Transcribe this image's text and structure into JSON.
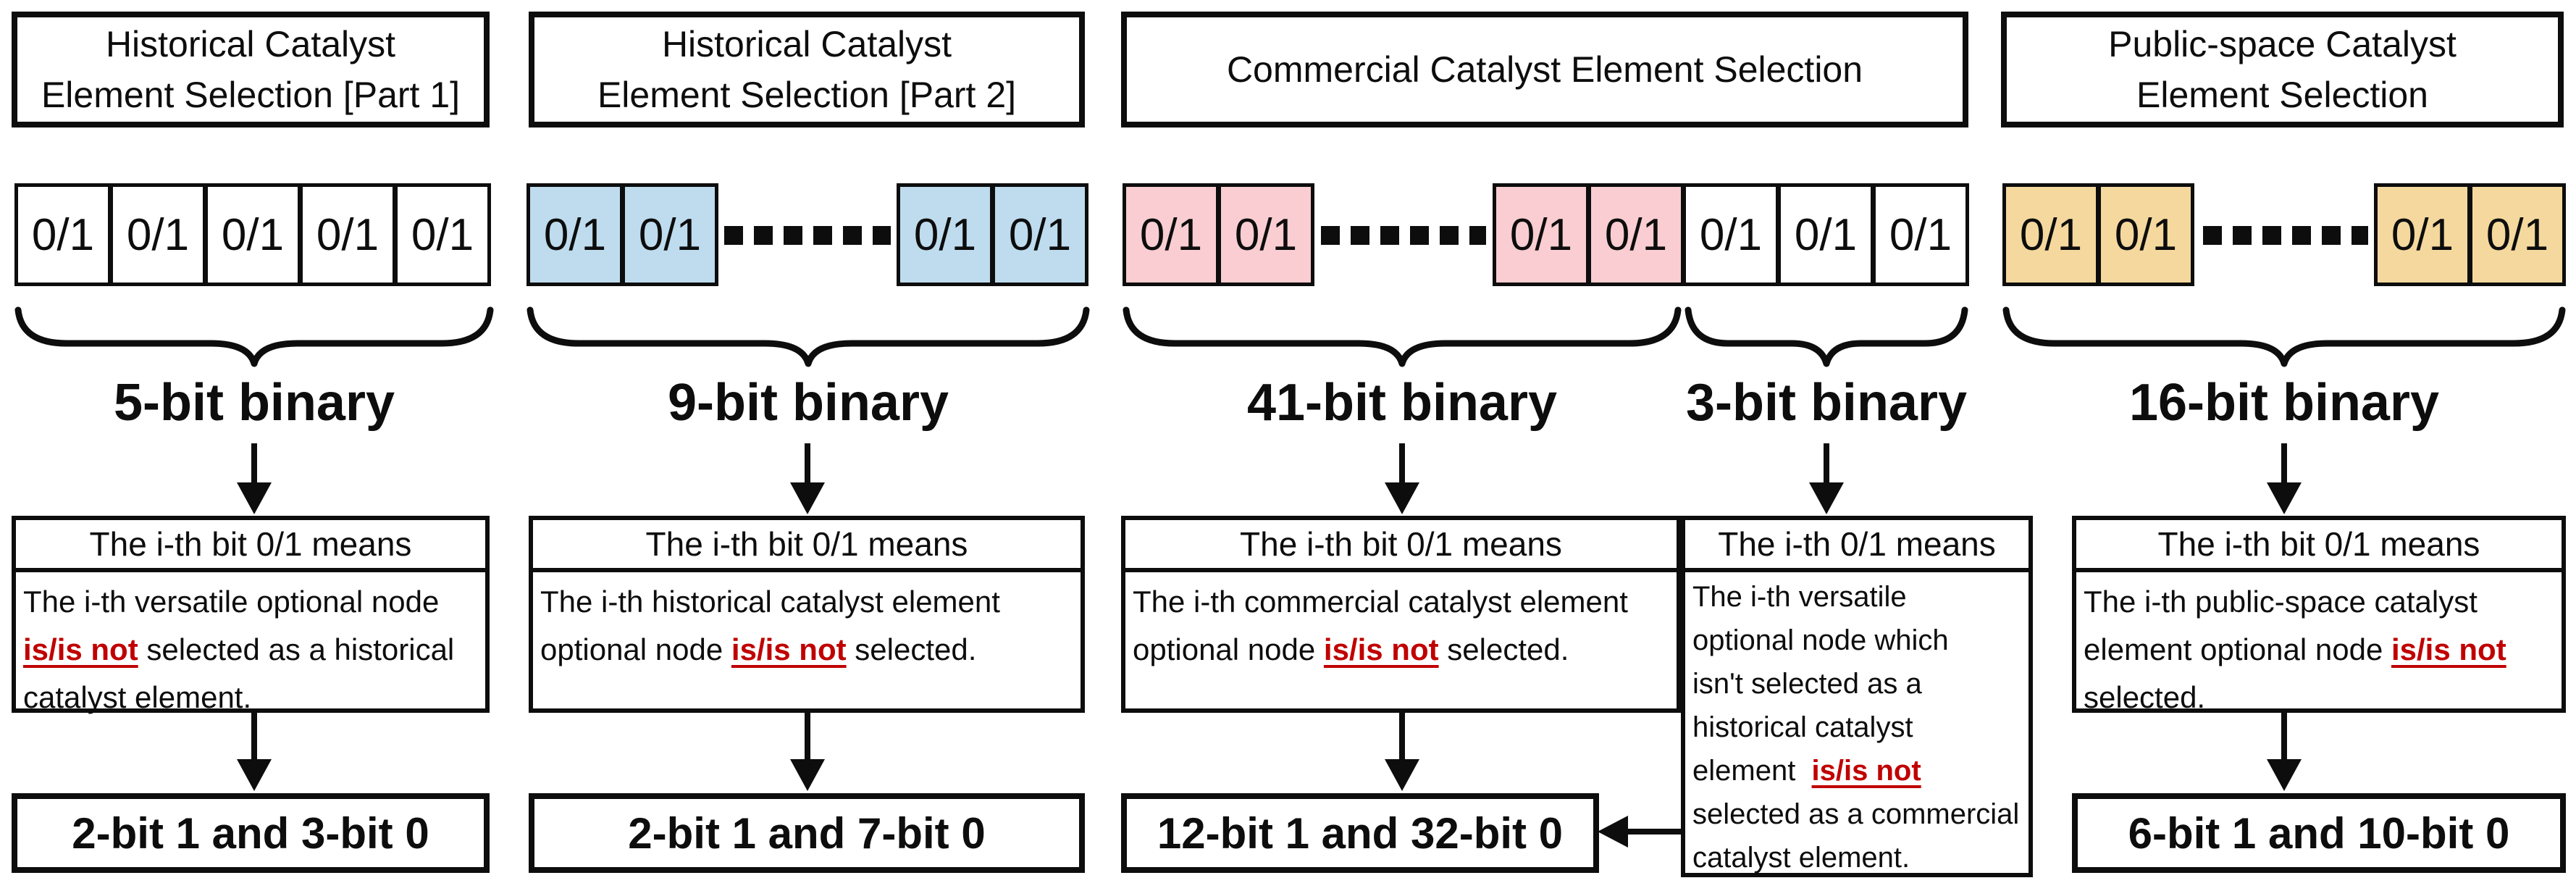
{
  "bit_cell": "0/1",
  "colors": {
    "cell_blue": "#BEDCEE",
    "cell_pink": "#F9CDD1",
    "cell_orange": "#F5D89E",
    "highlight_red": "#C00000",
    "ink": "#0d0d0d"
  },
  "col1": {
    "title": "Historical Catalyst\nElement Selection [Part 1]",
    "bit_label": "5-bit binary",
    "desc_header": "The i-th bit 0/1 means",
    "desc_body": [
      {
        "text": "The i-th versatile optional node\n"
      },
      {
        "text": "is/is not",
        "red": true
      },
      {
        "text": " selected as a historical\ncatalyst element."
      }
    ],
    "result": "2-bit 1 and 3-bit 0"
  },
  "col2": {
    "title": "Historical Catalyst\nElement Selection [Part 2]",
    "bit_label": "9-bit binary",
    "desc_header": "The i-th bit 0/1 means",
    "desc_body": [
      {
        "text": "The i-th historical catalyst element\noptional node "
      },
      {
        "text": "is/is not",
        "red": true
      },
      {
        "text": " selected."
      }
    ],
    "result": "2-bit 1 and 7-bit 0"
  },
  "col3": {
    "title": "Commercial Catalyst Element Selection",
    "bit_label_main": "41-bit binary",
    "bit_label_extra": "3-bit binary",
    "desc_header_main": "The i-th bit 0/1 means",
    "desc_header_extra": "The i-th 0/1 means",
    "desc_body_main": [
      {
        "text": "The i-th commercial catalyst element\noptional node "
      },
      {
        "text": "is/is not",
        "red": true
      },
      {
        "text": " selected."
      }
    ],
    "desc_body_extra": [
      {
        "text": "The i-th versatile\noptional node which\nisn't selected as a\nhistorical catalyst\nelement  "
      },
      {
        "text": "is/is not",
        "red": true
      },
      {
        "text": "\nselected as a commercial\ncatalyst element."
      }
    ],
    "result": "12-bit 1 and 32-bit 0"
  },
  "col4": {
    "title": "Public-space Catalyst\nElement Selection",
    "bit_label": "16-bit binary",
    "desc_header": "The i-th bit 0/1 means",
    "desc_body": [
      {
        "text": "The i-th public-space catalyst\nelement optional node "
      },
      {
        "text": "is/is not",
        "red": true
      },
      {
        "text": "\nselected."
      }
    ],
    "result": "6-bit 1 and 10-bit 0"
  }
}
